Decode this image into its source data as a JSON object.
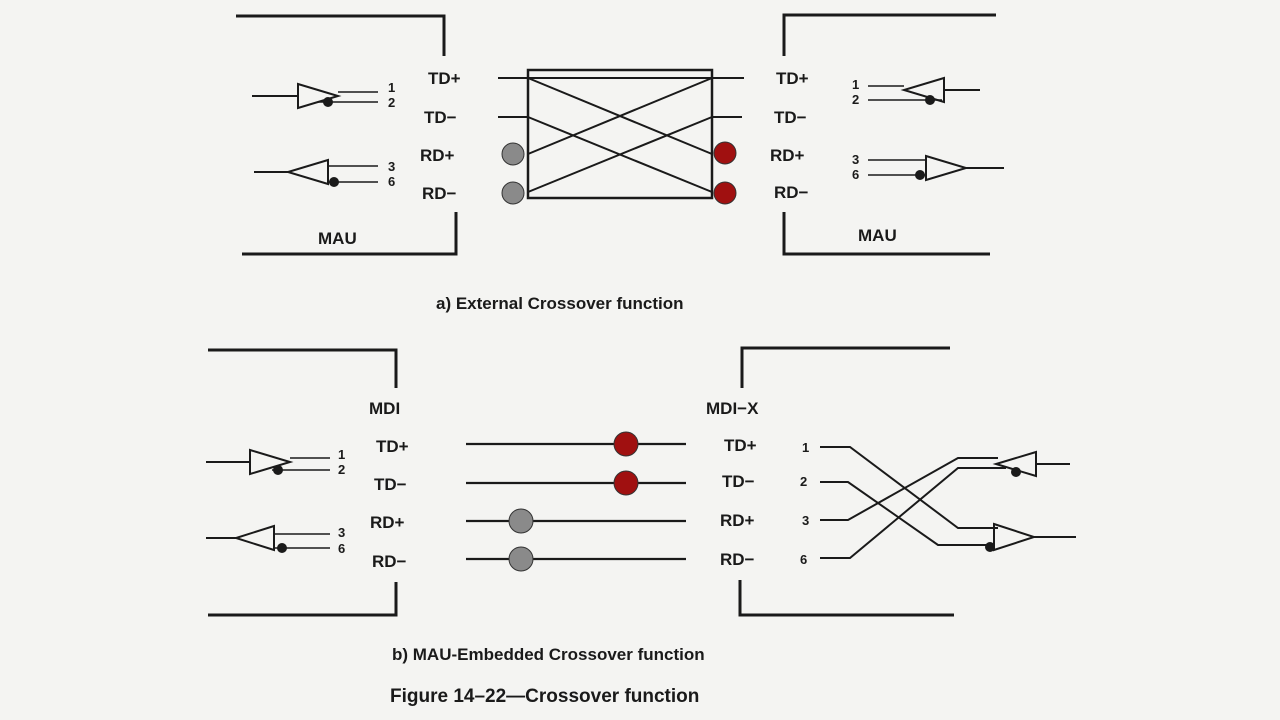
{
  "colors": {
    "background": "#f4f4f2",
    "line": "#1a1a1a",
    "dot_red": "#a01010",
    "dot_gray": "#8a8a8a"
  },
  "section_a": {
    "caption": "a) External Crossover function",
    "left_box": {
      "name": "MAU",
      "signals": [
        "TD+",
        "TD−",
        "RD+",
        "RD−"
      ],
      "tx_pins": [
        "1",
        "2"
      ],
      "rx_pins": [
        "3",
        "6"
      ]
    },
    "right_box": {
      "name": "MAU",
      "signals": [
        "TD+",
        "TD−",
        "RD+",
        "RD−"
      ],
      "rx_pins": [
        "1",
        "2"
      ],
      "tx_pins": [
        "3",
        "6"
      ]
    }
  },
  "section_b": {
    "caption": "b) MAU-Embedded Crossover function",
    "left_box": {
      "name": "MDI",
      "signals": [
        "TD+",
        "TD−",
        "RD+",
        "RD−"
      ],
      "tx_pins": [
        "1",
        "2"
      ],
      "rx_pins": [
        "3",
        "6"
      ]
    },
    "right_box": {
      "name": "MDI−X",
      "signals": [
        "TD+",
        "TD−",
        "RD+",
        "RD−"
      ],
      "pins": [
        "1",
        "2",
        "3",
        "6"
      ]
    }
  },
  "figure_caption": "Figure 14–22—Crossover function"
}
